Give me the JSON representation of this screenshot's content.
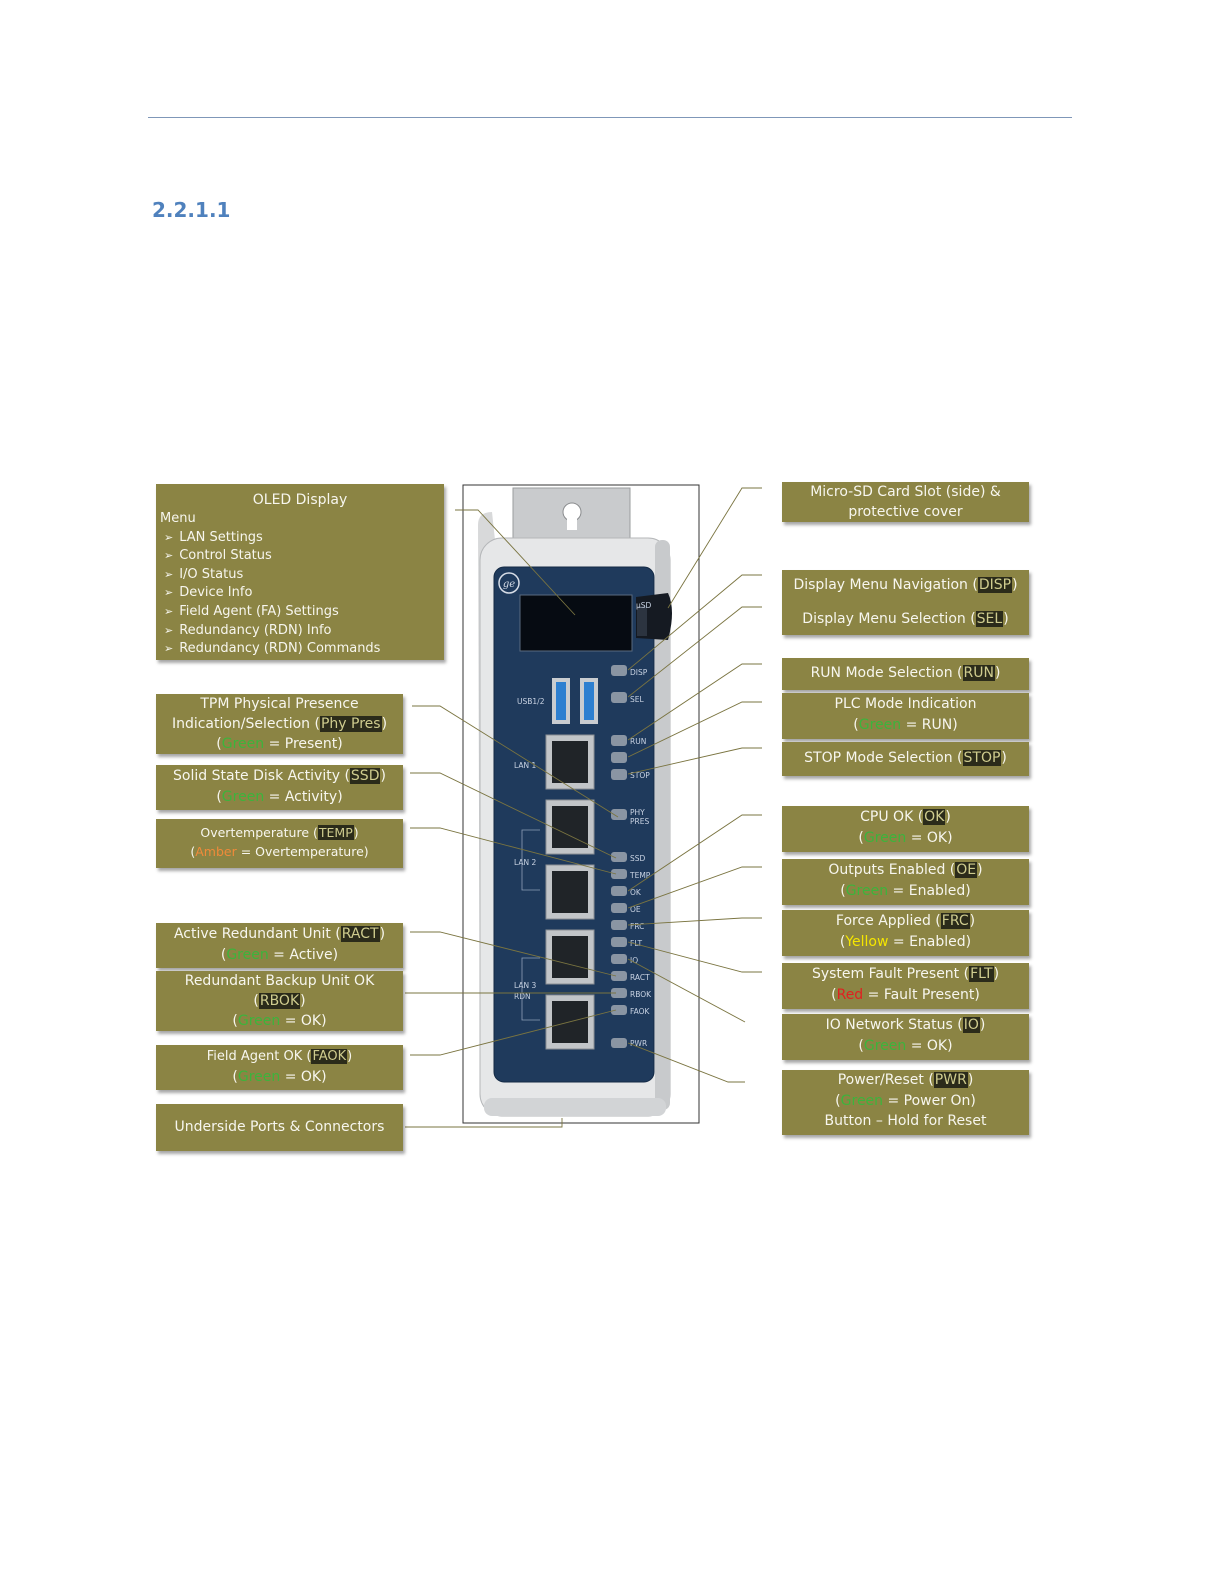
{
  "section_number": "2.2.1.1",
  "oled_box": {
    "title": "OLED Display",
    "menu_label": "Menu",
    "items": [
      "LAN Settings",
      "Control Status",
      "I/O Status",
      "Device Info",
      "Field Agent (FA) Settings",
      "Redundancy (RDN) Info",
      "Redundancy (RDN) Commands"
    ]
  },
  "left_callouts": {
    "tpm": {
      "l1": "TPM Physical Presence",
      "l2a": "Indication/Selection (",
      "code": "Phy Pres",
      "l2b": ")",
      "open": "(",
      "color": "Green",
      "rest": " = Present)"
    },
    "ssd": {
      "l1a": "Solid State Disk Activity (",
      "code": "SSD",
      "l1b": ")",
      "open": "(",
      "color": "Green",
      "rest": " = Activity)"
    },
    "temp": {
      "l1a": "Overtemperature (",
      "code": "TEMP",
      "l1b": ")",
      "open": "(",
      "color": "Amber",
      "rest": " = Overtemperature)"
    },
    "ract": {
      "l1a": "Active Redundant Unit (",
      "code": "RACT",
      "l1b": ")",
      "open": "(",
      "color": "Green",
      "rest": " = Active)"
    },
    "rbok": {
      "l1": "Redundant Backup Unit OK",
      "l2a": "(",
      "code": "RBOK",
      "l2b": ")",
      "open": "(",
      "color": "Green",
      "rest": " = OK)"
    },
    "faok": {
      "l1a": "Field Agent OK (",
      "code": "FAOK",
      "l1b": ")",
      "open": "(",
      "color": "Green",
      "rest": " = OK)"
    },
    "under": {
      "l1": "Underside Ports & Connectors"
    }
  },
  "right_callouts": {
    "microsd": {
      "l1": "Micro-SD Card Slot (side) &",
      "l2": "protective cover"
    },
    "disp": {
      "l1a": "Display Menu Navigation (",
      "code": "DISP",
      "l1b": ")"
    },
    "sel": {
      "l1a": "Display Menu Selection (",
      "code": "SEL",
      "l1b": ")"
    },
    "run": {
      "l1a": "RUN Mode Selection (",
      "code": "RUN",
      "l1b": ")"
    },
    "plc": {
      "l1": "PLC Mode Indication",
      "open": "(",
      "color": "Green",
      "rest": " = RUN)"
    },
    "stop": {
      "l1a": "STOP Mode Selection (",
      "code": "STOP",
      "l1b": ")"
    },
    "ok": {
      "l1a": "CPU OK (",
      "code": "OK",
      "l1b": ")",
      "open": "(",
      "color": "Green",
      "rest": " = OK)"
    },
    "oe": {
      "l1a": "Outputs Enabled (",
      "code": "OE",
      "l1b": ")",
      "open": "(",
      "color": "Green",
      "rest": " = Enabled)"
    },
    "frc": {
      "l1a": "Force Applied (",
      "code": "FRC",
      "l1b": ")",
      "open": "(",
      "color": "Yellow",
      "rest": " = Enabled)"
    },
    "flt": {
      "l1a": "System Fault Present (",
      "code": "FLT",
      "l1b": ")",
      "open": "(",
      "color": "Red",
      "rest": " = Fault Present)"
    },
    "io": {
      "l1a": "IO Network Status (",
      "code": "IO",
      "l1b": ")",
      "open": "(",
      "color": "Green",
      "rest": " = OK)"
    },
    "pwr": {
      "l1a": "Power/Reset (",
      "code": "PWR",
      "l1b": ")",
      "open": "(",
      "color": "Green",
      "rest": " = Power On)",
      "l3": "Button – Hold for Reset"
    }
  },
  "device_labels": {
    "usb": "USB1/2",
    "lan1": "LAN 1",
    "lan2": "LAN 2",
    "lan3": "LAN 3",
    "rdn": "RDN",
    "usd": "μSD",
    "leds": [
      "DISP",
      "SEL",
      "RUN",
      "STOP",
      "PHY",
      "PRES",
      "SSD",
      "TEMP",
      "OK",
      "OE",
      "FRC",
      "FLT",
      "IO",
      "RACT",
      "RBOK",
      "FAOK",
      "PWR"
    ]
  },
  "colors": {
    "callout_bg": "#8b8444",
    "panel_blue": "#1f3a5c",
    "green_text": "#3cb43c",
    "amber_text": "#f08a3a",
    "yellow_text": "#f5e600",
    "red_text": "#e02020"
  }
}
